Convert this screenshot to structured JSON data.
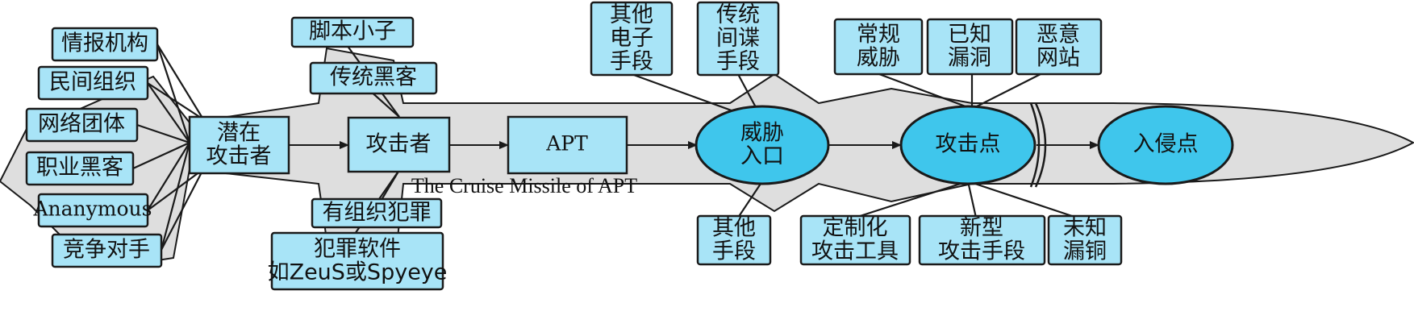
{
  "diagram": {
    "subtitle": "The Cruise Missile of APT",
    "sources": [
      "情报机构",
      "民间组织",
      "网络团体",
      "职业黑客",
      "Ananymous",
      "竞争对手"
    ],
    "potential_attacker": "潜在\n攻击者",
    "attacker": "攻击者",
    "attacker_types_top": [
      "脚本小子",
      "传统黑客"
    ],
    "attacker_types_bottom": [
      "有组织犯罪",
      "犯罪软件\n如ZeuS或Spyeye"
    ],
    "apt": "APT",
    "threat_entry": "威胁\n入口",
    "entry_methods_top": [
      "其他\n电子\n手段",
      "传统\n间谍\n手段"
    ],
    "entry_methods_bottom": [
      "其他\n手段"
    ],
    "attack_point": "攻击点",
    "attack_point_top": [
      "常规\n威胁",
      "已知\n漏洞",
      "恶意\n网站"
    ],
    "attack_point_bottom": [
      "定制化\n攻击工具",
      "新型\n攻击手段",
      "未知\n漏铜"
    ],
    "intrusion_point": "入侵点"
  },
  "colors": {
    "missile_body": "#dedede",
    "box_fill": "#a8e4f7",
    "ellipse_fill": "#3fc6ec",
    "stroke": "#1a1a1a"
  }
}
